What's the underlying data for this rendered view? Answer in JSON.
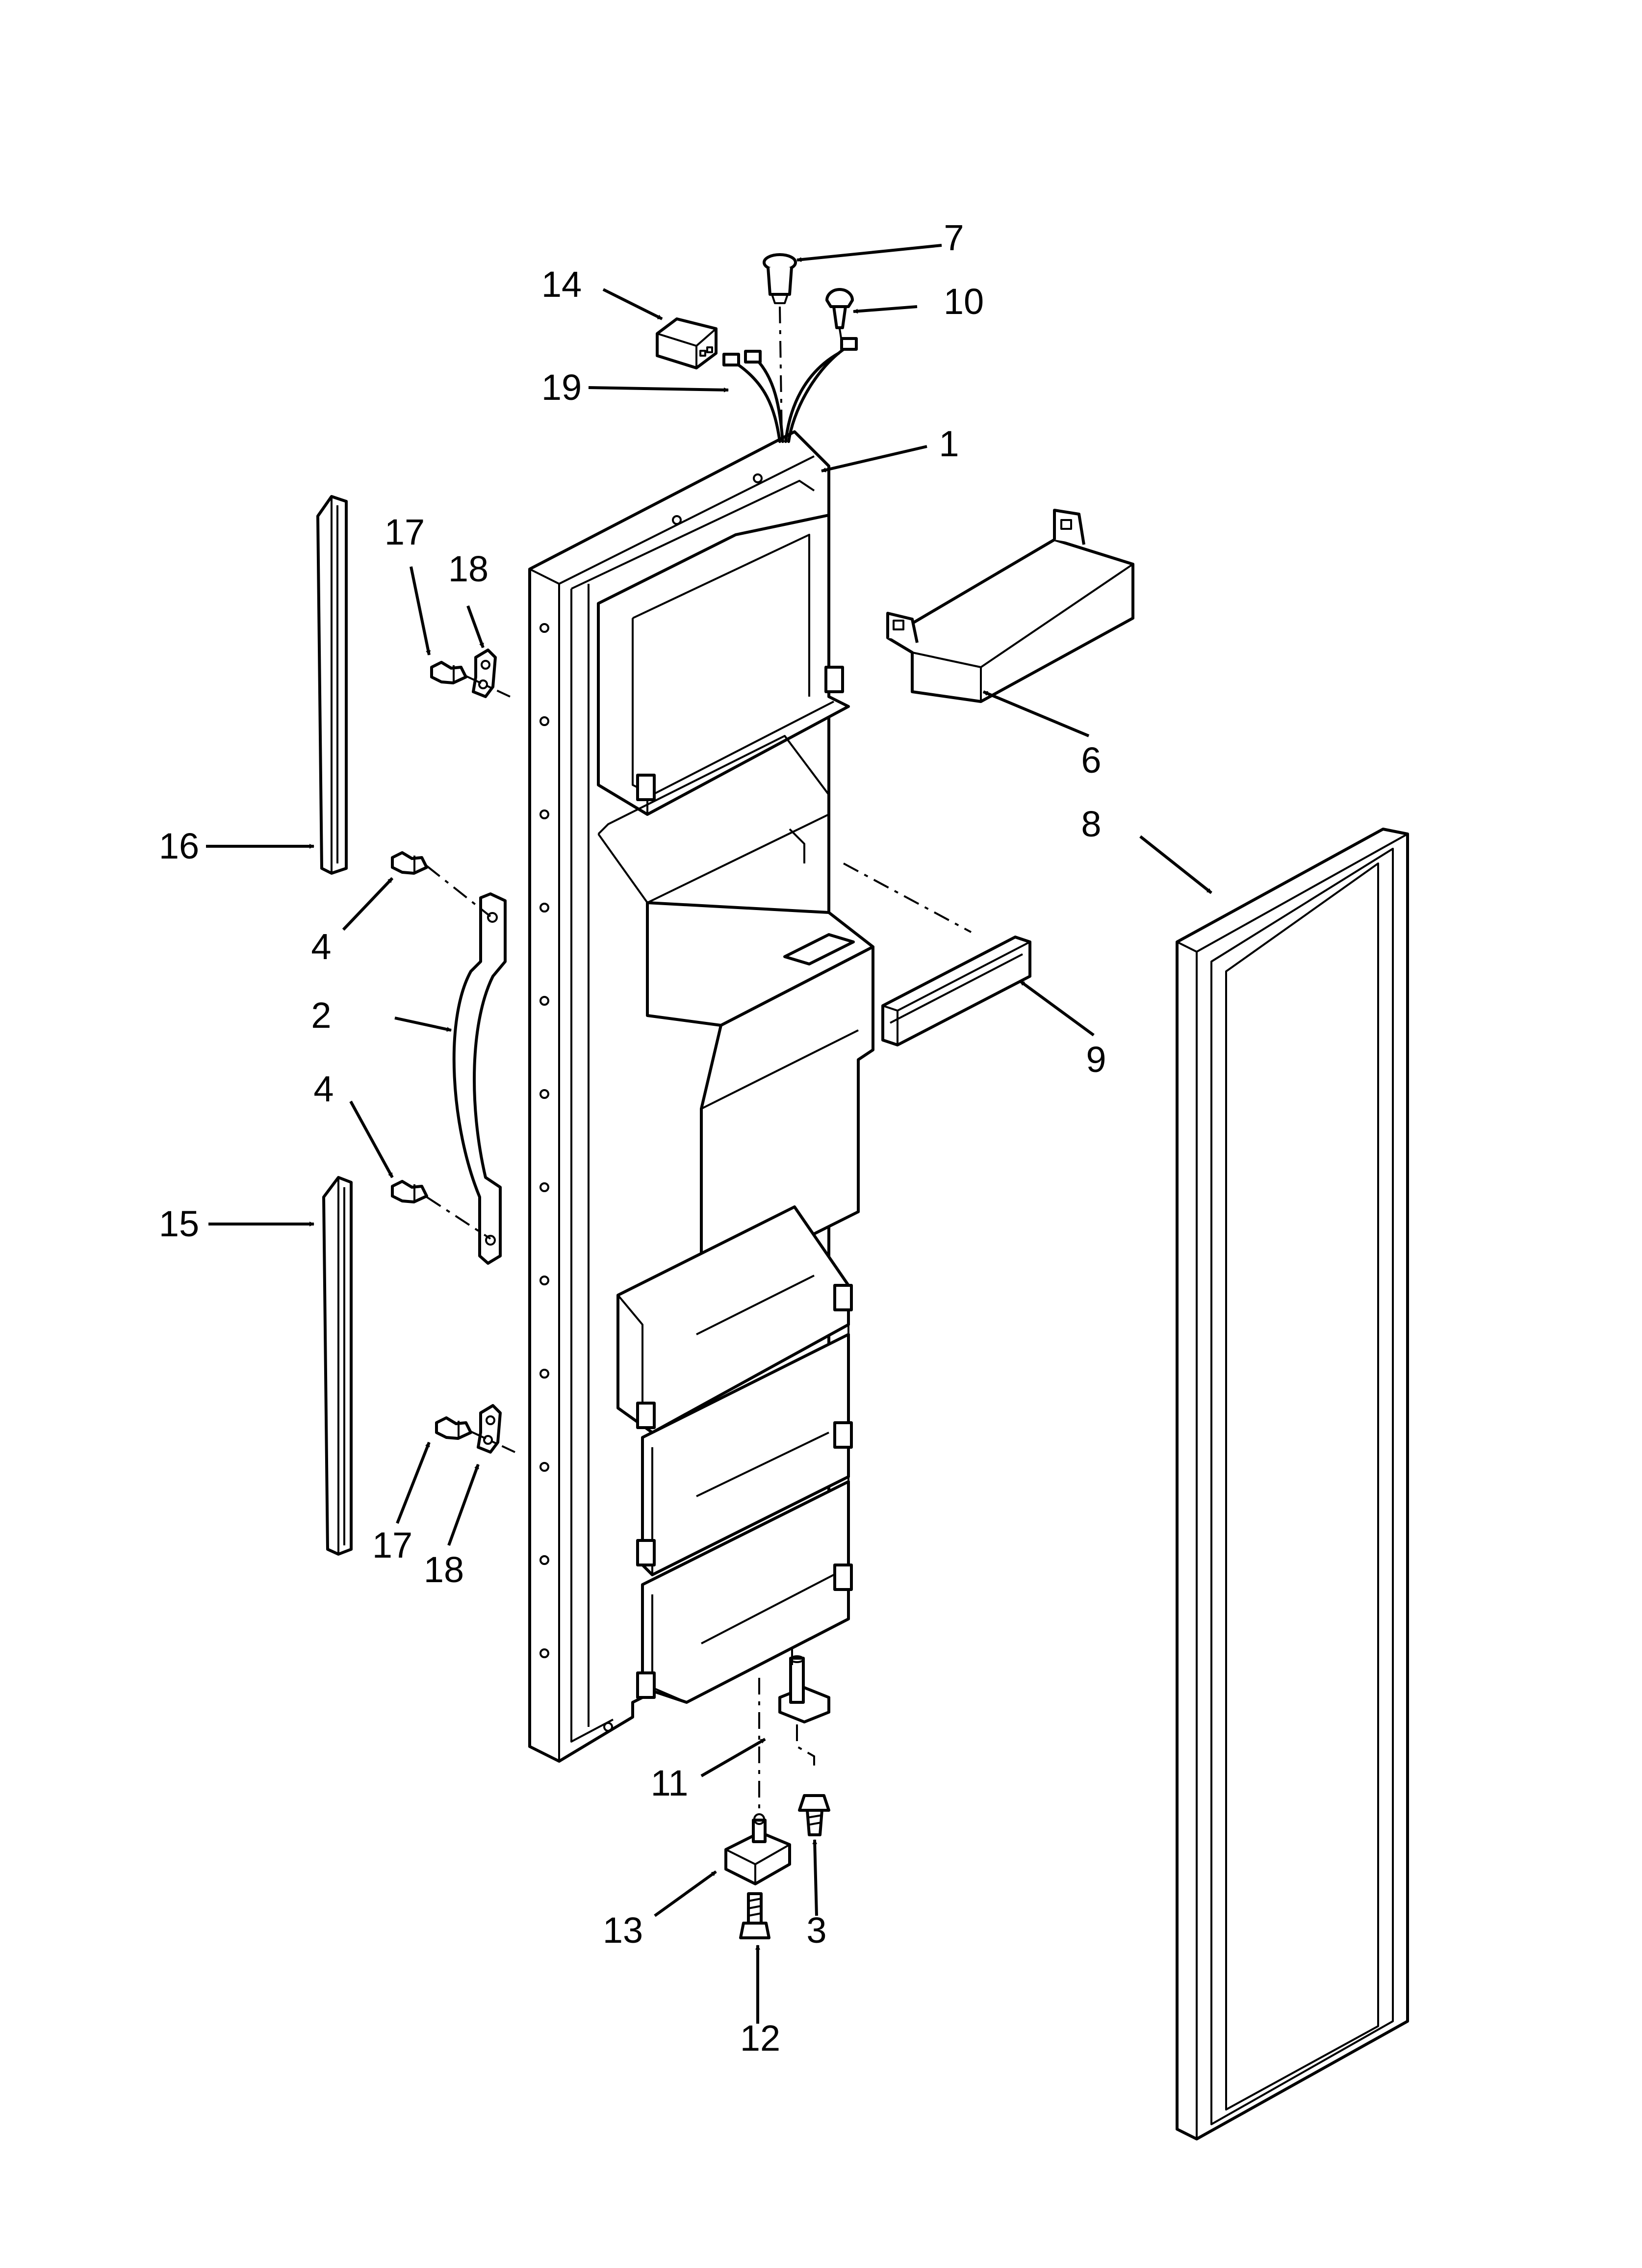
{
  "callouts": {
    "c1": "1",
    "c2": "2",
    "c3": "3",
    "c4a": "4",
    "c4b": "4",
    "c6": "6",
    "c7": "7",
    "c8": "8",
    "c9": "9",
    "c10": "10",
    "c11": "11",
    "c12": "12",
    "c13": "13",
    "c14": "14",
    "c15": "15",
    "c16": "16",
    "c17a": "17",
    "c17b": "17",
    "c18a": "18",
    "c18b": "18",
    "c19": "19"
  },
  "colors": {
    "ink": "#000000",
    "paper": "#ffffff"
  }
}
